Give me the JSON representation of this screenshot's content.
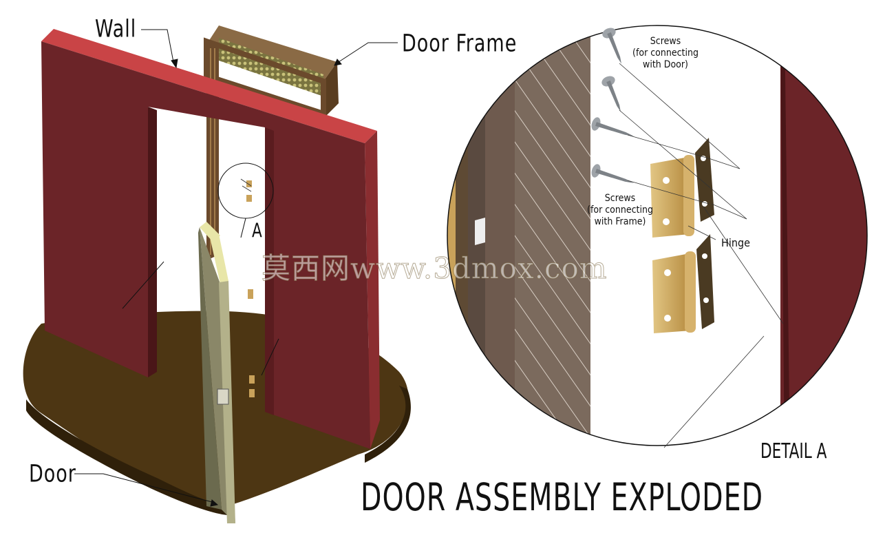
{
  "title": "DOOR ASSEMBLY EXPLODED",
  "labels": {
    "wall": "Wall",
    "door_frame": "Door Frame",
    "door": "Door",
    "detail_marker": "A",
    "detail_title": "DETAIL A",
    "hinge": "Hinge",
    "screws_door": [
      "Screws",
      "(for connecting",
      "with Door)"
    ],
    "screws_frame": [
      "Screws",
      "(for connecting",
      "with Frame)"
    ]
  },
  "watermark": "莫西网www.3dmox.com",
  "colors": {
    "wall": "#6b2428",
    "wall_top": "#c94446",
    "frame": "#6b4a2c",
    "floor": "#4a3413",
    "door": "#8a8768",
    "hinge": "#c9a25a",
    "hatch_wall": "#7c6b5e"
  }
}
